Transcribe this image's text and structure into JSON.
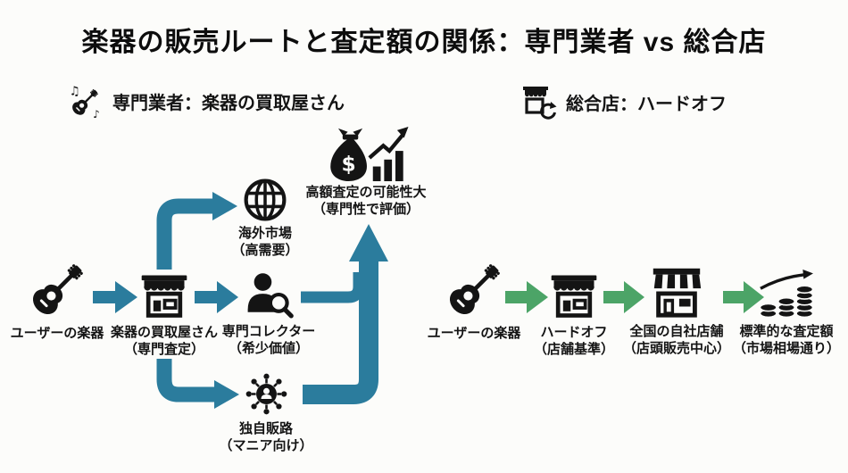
{
  "title": "楽器の販売ルートと査定額の関係：専門業者 vs 総合店",
  "legend": {
    "specialist": {
      "icon": "guitar-notes-icon",
      "label": "専門業者：楽器の買取屋さん"
    },
    "general": {
      "icon": "store-recycle-icon",
      "label": "総合店：ハードオフ"
    }
  },
  "colors": {
    "arrow_blue": "#2B7C9D",
    "arrow_green": "#4CA467",
    "ink": "#141414",
    "bg": "#FCFCFA"
  },
  "specialist_flow": {
    "nodes": {
      "user_instrument": {
        "icon": "guitar-icon",
        "line1": "ユーザーの楽器"
      },
      "buy_shop": {
        "icon": "shop-icon",
        "line1": "楽器の買取屋さん",
        "line2": "（専門査定）"
      },
      "overseas": {
        "icon": "globe-icon",
        "line1": "海外市場",
        "line2": "（高需要）"
      },
      "collector": {
        "icon": "collector-search-icon",
        "line1": "専門コレクター",
        "line2": "（希少価値）"
      },
      "own_channel": {
        "icon": "network-icon",
        "line1": "独自販路",
        "line2": "（マニア向け）"
      },
      "high_appraisal": {
        "icon": "money-bag-chart-icon",
        "line1": "高額査定の可能性大",
        "line2": "（専門性で評価）"
      }
    }
  },
  "general_flow": {
    "nodes": {
      "user_instrument": {
        "icon": "guitar-icon",
        "line1": "ユーザーの楽器"
      },
      "hardoff": {
        "icon": "shop-icon",
        "line1": "ハードオフ",
        "line2": "（店舗基準）"
      },
      "national_stores": {
        "icon": "storefront-icon",
        "line1": "全国の自社店舗",
        "line2": "（店頭販売中心）"
      },
      "standard_appraisal": {
        "icon": "coins-rise-icon",
        "line1": "標準的な査定額",
        "line2": "（市場相場通り）"
      }
    }
  }
}
